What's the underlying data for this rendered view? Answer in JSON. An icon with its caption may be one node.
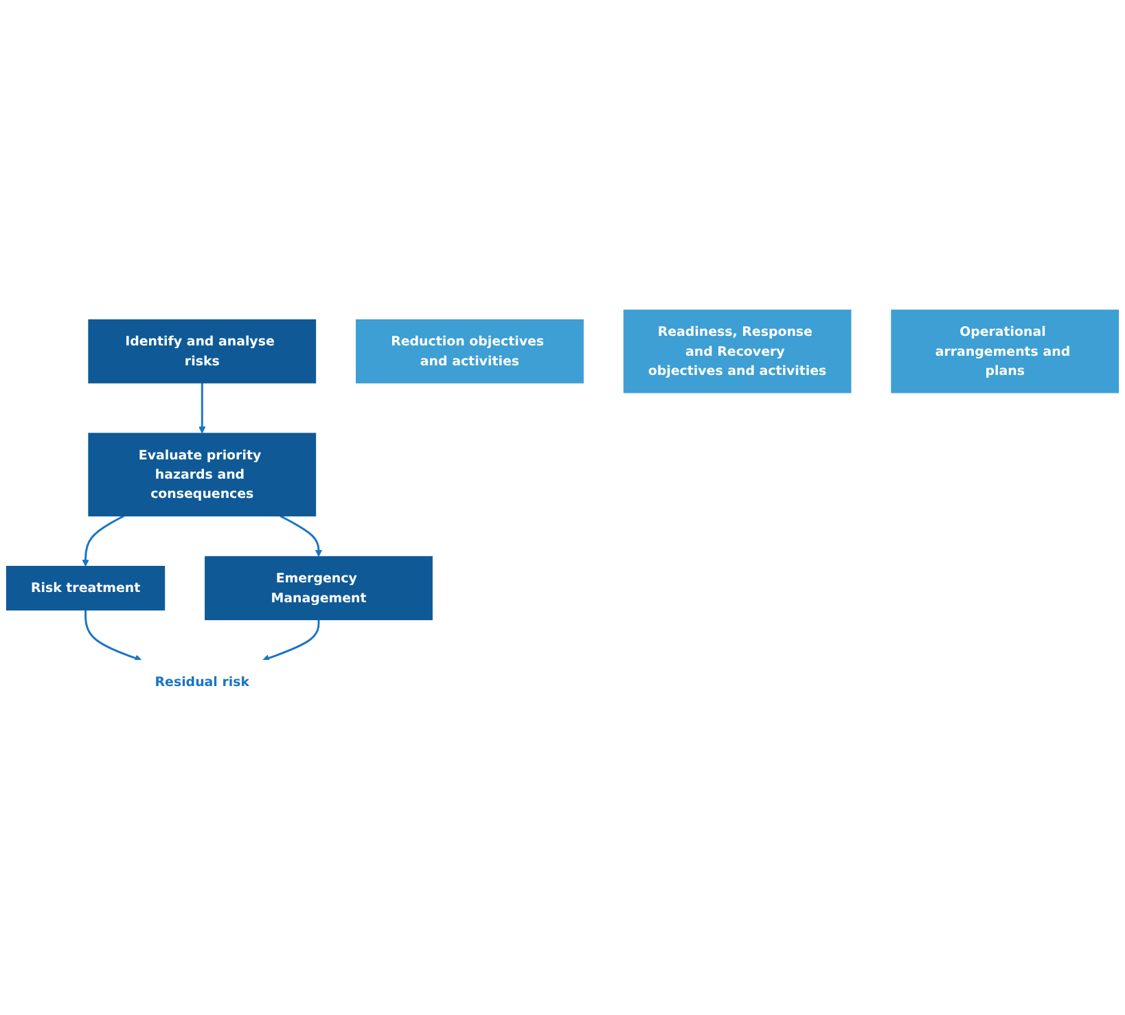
{
  "diagram": {
    "nodes": [
      {
        "text": [
          "Identify and analyse risks"
        ]
      },
      {
        "text": [
          "Evaluate priority hazards and consequences"
        ]
      },
      {
        "text": [
          "Risk treatment"
        ]
      },
      {
        "text": [
          "Emergency Management"
        ]
      },
      {
        "text": [
          "Reduction objectives and activities"
        ]
      },
      {
        "text": [
          "Residual risk"
        ]
      },
      {
        "text": [
          "Readiness, Response and Recovery objectives and activities"
        ]
      },
      {
        "text": [
          "Operational arrangements and plans"
        ]
      }
    ],
    "edges": [
      {
        "from": 0,
        "to": 1,
        "arrow": "to"
      },
      {
        "from": 1,
        "to": 2,
        "arrow": "to"
      },
      {
        "from": 1,
        "to": 3,
        "arrow": "to"
      },
      {
        "from": 2,
        "to": 5,
        "arrow": "to"
      },
      {
        "from": 3,
        "to": 5,
        "arrow": "to"
      }
    ]
  }
}
